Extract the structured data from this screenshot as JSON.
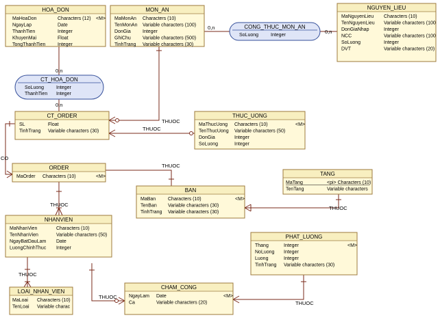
{
  "entities": [
    {
      "id": "hoa_don",
      "title": "HOA_DON",
      "attrs": [
        [
          "MaHoaDon",
          "Characters (12)",
          "<M>"
        ],
        [
          "NgayLap",
          "Date",
          ""
        ],
        [
          "ThanhTien",
          "Integer",
          ""
        ],
        [
          "KhuyenMai",
          "Float",
          ""
        ],
        [
          "TongThanhTien",
          "Integer",
          ""
        ]
      ]
    },
    {
      "id": "mon_an",
      "title": "MON_AN",
      "attrs": [
        [
          "MaMonAn",
          "Characters (10)",
          ""
        ],
        [
          "TenMonAn",
          "Variable characters (100)",
          ""
        ],
        [
          "DonGia",
          "Integer",
          ""
        ],
        [
          "GhiChu",
          "Variable characters (500)",
          ""
        ],
        [
          "TinhTrang",
          "Variable characters (30)",
          ""
        ]
      ]
    },
    {
      "id": "nguyen_lieu",
      "title": "NGUYEN_LIEU",
      "attrs": [
        [
          "MaNguyenLieu",
          "Characters (10)",
          ""
        ],
        [
          "TenNguyenLieu",
          "Variable characters (100",
          ""
        ],
        [
          "DonGiaNhap",
          "Integer",
          ""
        ],
        [
          "NCC",
          "Variable characters (100",
          ""
        ],
        [
          "SoLuong",
          "Integer",
          ""
        ],
        [
          "DVT",
          "Variable characters (20)",
          ""
        ]
      ]
    },
    {
      "id": "ct_order",
      "title": "CT_ORDER",
      "attrs": [
        [
          "SL",
          "Float",
          ""
        ],
        [
          "TinhTrang",
          "Variable characters (30)",
          ""
        ]
      ]
    },
    {
      "id": "thuc_uong",
      "title": "THUC_UONG",
      "attrs": [
        [
          "MaThucUong",
          "Characters (10)",
          "<M>"
        ],
        [
          "TenThucUong",
          "Variable characters (50)",
          ""
        ],
        [
          "DonGia",
          "Integer",
          ""
        ],
        [
          "SoLuong",
          "Integer",
          ""
        ]
      ]
    },
    {
      "id": "order",
      "title": "ORDER",
      "attrs": [
        [
          "MaOrder",
          "Characters (10)",
          "<M>"
        ]
      ]
    },
    {
      "id": "tang",
      "title": "TANG",
      "attrs": [
        [
          "MaTang",
          "<pi>  Characters (10)",
          ""
        ],
        [
          "TenTang",
          "Variable characters",
          ""
        ]
      ]
    },
    {
      "id": "ban",
      "title": "BAN",
      "attrs": [
        [
          "MaBan",
          "Characters (10)",
          "<M>"
        ],
        [
          "TenBan",
          "Variable characters (30)",
          ""
        ],
        [
          "TinhTrang",
          "Variable characters (30)",
          ""
        ]
      ]
    },
    {
      "id": "nhanvien",
      "title": "NHANVIEN",
      "attrs": [
        [
          "MaNhanVien",
          "Characters (10)",
          ""
        ],
        [
          "TenNhanVien",
          "Variable characters (50)",
          ""
        ],
        [
          "NgayBatDauLam",
          "Date",
          ""
        ],
        [
          "LuongChinhThuc",
          "Integer",
          ""
        ]
      ]
    },
    {
      "id": "phat_luong",
      "title": "PHAT_LUONG",
      "attrs": [
        [
          "Thang",
          "Integer",
          "<M>"
        ],
        [
          "NoLuong",
          "Integer",
          ""
        ],
        [
          "Luong",
          "Integer",
          ""
        ],
        [
          "TinhTrang",
          "Variable characters (30)",
          ""
        ]
      ]
    },
    {
      "id": "loai_nv",
      "title": "LOAI_NHAN_VIEN",
      "attrs": [
        [
          "MaLoai",
          "Characters (10)",
          ""
        ],
        [
          "TenLoai",
          "Variable charac",
          ""
        ]
      ]
    },
    {
      "id": "cham_cong",
      "title": "CHAM_CONG",
      "attrs": [
        [
          "NgayLam",
          "Date",
          "<M>"
        ],
        [
          "Ca",
          "Variable characters (20)",
          ""
        ]
      ]
    }
  ],
  "associations": [
    {
      "id": "cong_thuc",
      "title": "CONG_THUC_MON_AN",
      "attrs": [
        [
          "SoLuong",
          "Integer"
        ]
      ]
    },
    {
      "id": "ct_hoa_don",
      "title": "CT_HOA_DON",
      "attrs": [
        [
          "SoLuong",
          "Integer"
        ],
        [
          "ThanhTien",
          "Integer"
        ]
      ]
    }
  ],
  "labels": [
    {
      "id": "card1",
      "text": "0,n"
    },
    {
      "id": "card2",
      "text": "0,n"
    },
    {
      "id": "card3",
      "text": "0,n"
    },
    {
      "id": "card4",
      "text": "0,n"
    },
    {
      "id": "thuoc1",
      "text": "THUOC"
    },
    {
      "id": "thuoc2",
      "text": "THUOC"
    },
    {
      "id": "thuoc3",
      "text": "THUOC"
    },
    {
      "id": "thuoc4",
      "text": "THUOC"
    },
    {
      "id": "thuoc5",
      "text": "THUOC"
    },
    {
      "id": "thuoc6",
      "text": "THUOC"
    },
    {
      "id": "thuoc7",
      "text": "THUOC"
    },
    {
      "id": "thuoc8",
      "text": "THUOC"
    },
    {
      "id": "co",
      "text": "CO"
    }
  ],
  "colors": {
    "entity_fill": "#fff9d9",
    "entity_header": "#f8efc0",
    "entity_border": "#9c7a3c",
    "assoc_fill": "#dfe5f7",
    "assoc_border": "#334e99",
    "line": "#7a2a1a"
  }
}
